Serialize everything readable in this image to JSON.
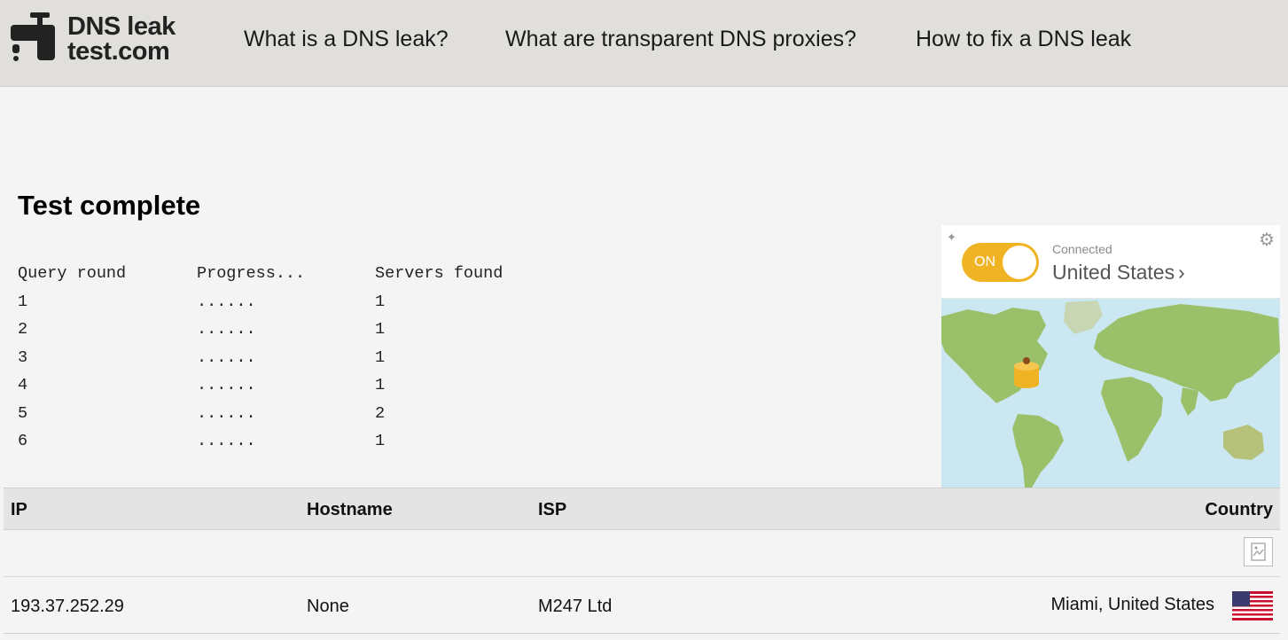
{
  "header": {
    "logo": {
      "line1": "DNS leak",
      "line2": "test.com"
    },
    "nav": [
      {
        "label": "What is a DNS leak?"
      },
      {
        "label": "What are transparent DNS proxies?"
      },
      {
        "label": "How to fix a DNS leak"
      }
    ]
  },
  "main": {
    "title": "Test complete",
    "progress_table": {
      "headers": [
        "Query round",
        "Progress...",
        "Servers found"
      ],
      "rows": [
        [
          "1",
          "......",
          "1"
        ],
        [
          "2",
          "......",
          "1"
        ],
        [
          "3",
          "......",
          "1"
        ],
        [
          "4",
          "......",
          "1"
        ],
        [
          "5",
          "......",
          "2"
        ],
        [
          "6",
          "......",
          "1"
        ]
      ]
    }
  },
  "vpn_widget": {
    "toggle_label": "ON",
    "status": "Connected",
    "country": "United States",
    "colors": {
      "toggle": "#f0b323",
      "ocean": "#cbe8f2",
      "land": "#9bc06a"
    },
    "icons": {
      "settings": "gear-icon",
      "chevron": "chevron-right-icon",
      "location": "location-pin-icon"
    }
  },
  "results": {
    "headers": {
      "ip": "IP",
      "hostname": "Hostname",
      "isp": "ISP",
      "country": "Country"
    },
    "rows": [
      {
        "ip": "193.37.252.29",
        "hostname": "None",
        "isp": "M247 Ltd",
        "country": "Miami, United States"
      }
    ]
  }
}
